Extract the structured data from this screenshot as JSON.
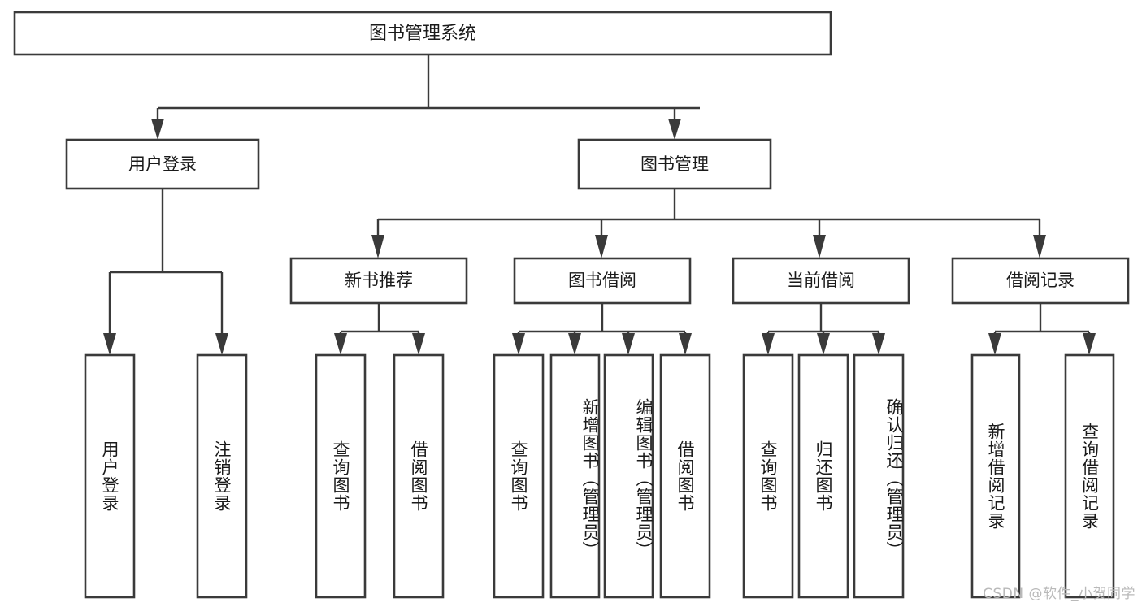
{
  "diagram": {
    "type": "tree",
    "title": "图书管理系统",
    "watermark": "CSDN @软件_小贺同学",
    "root": {
      "label": "图书管理系统",
      "level": 0
    },
    "level1": [
      {
        "label": "用户登录"
      },
      {
        "label": "图书管理"
      }
    ],
    "level2": [
      {
        "label": "新书推荐",
        "parent": "图书管理"
      },
      {
        "label": "图书借阅",
        "parent": "图书管理"
      },
      {
        "label": "当前借阅",
        "parent": "图书管理"
      },
      {
        "label": "借阅记录",
        "parent": "图书管理"
      }
    ],
    "leaves": {
      "user_login": [
        {
          "label": "用户登录"
        },
        {
          "label": "注销登录"
        }
      ],
      "new_book_recommend": [
        {
          "label": "查询图书"
        },
        {
          "label": "借阅图书"
        }
      ],
      "book_borrow": [
        {
          "label": "查询图书"
        },
        {
          "label": "新增图书（管理员）"
        },
        {
          "label": "编辑图书（管理员）"
        },
        {
          "label": "借阅图书"
        }
      ],
      "current_borrow": [
        {
          "label": "查询图书"
        },
        {
          "label": "归还图书"
        },
        {
          "label": "确认归还（管理员）"
        }
      ],
      "borrow_record": [
        {
          "label": "新增借阅记录"
        },
        {
          "label": "查询借阅记录"
        }
      ]
    },
    "colors": {
      "stroke": "#3a3a3a",
      "fill": "#ffffff",
      "text": "#1a1a1a",
      "watermark": "#b9b9b9",
      "background": "#ffffff"
    }
  }
}
